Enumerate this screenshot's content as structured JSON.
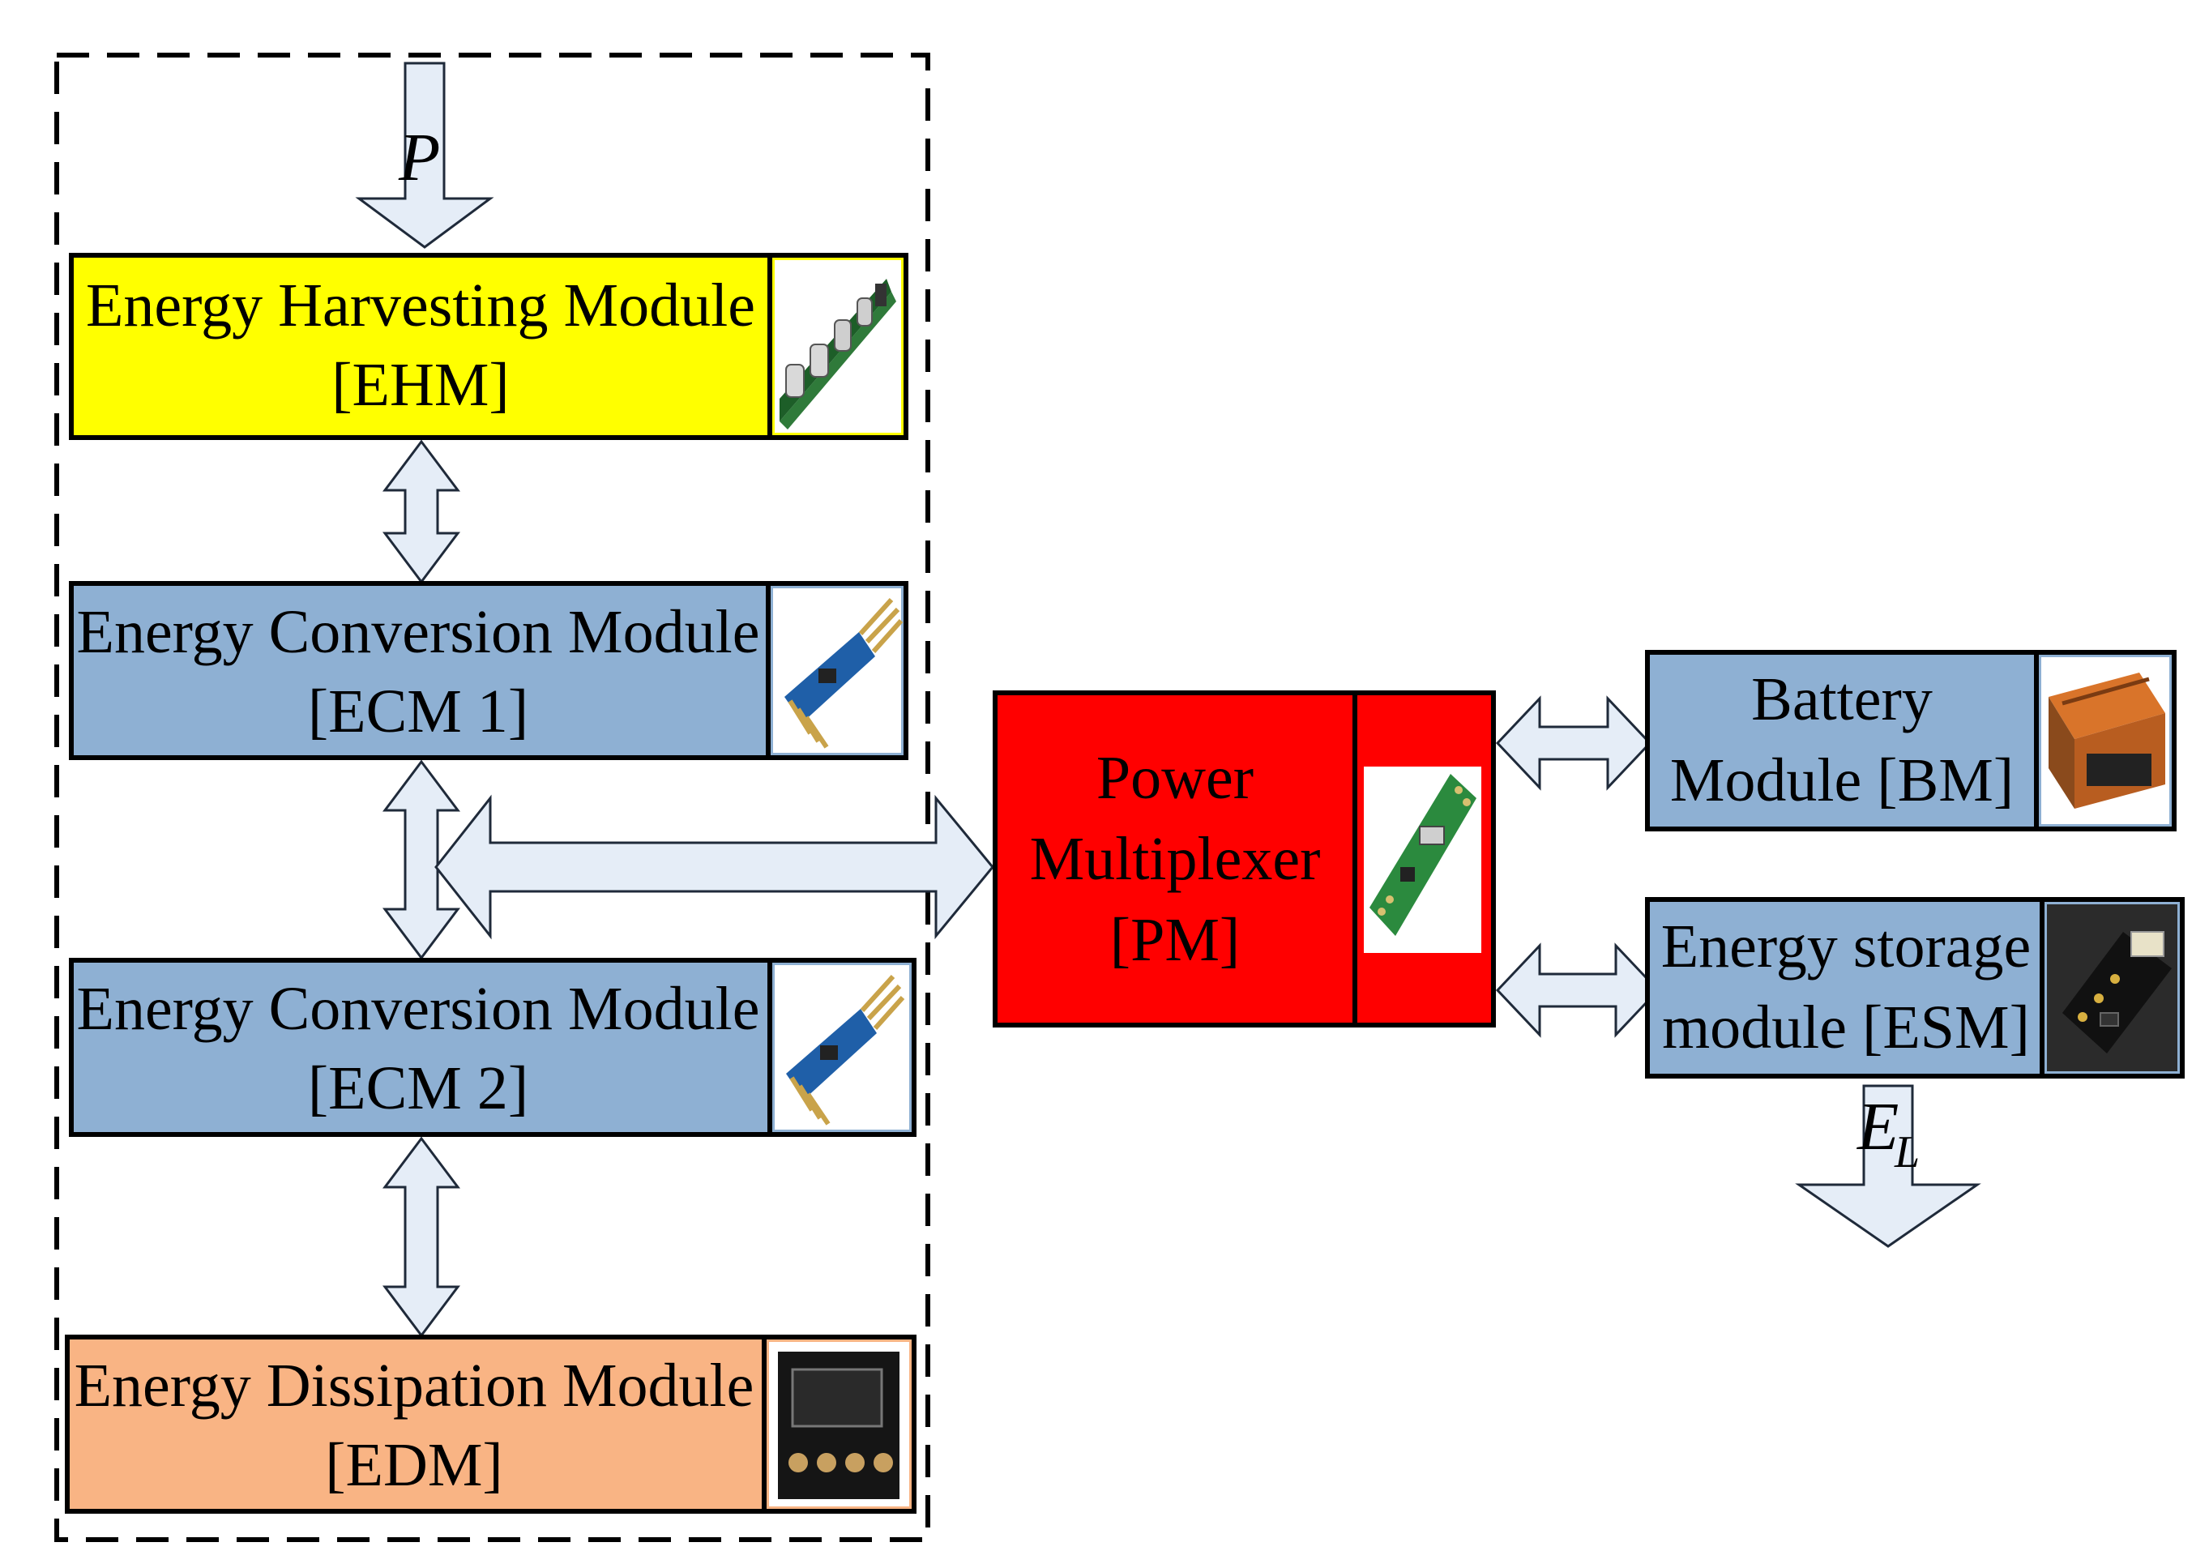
{
  "colors": {
    "ehm": "#ffff00",
    "ecm": "#8eb0d3",
    "edm": "#f9b484",
    "pm": "#ff0000",
    "bm": "#8eb0d3",
    "esm": "#8eb0d3",
    "arrow_fill": "#e5edf7"
  },
  "inputs": {
    "power_symbol": "P"
  },
  "output": {
    "symbol": "E",
    "subscript": "L"
  },
  "modules": {
    "ehm": {
      "line1": "Energy Harvesting Module",
      "line2": "[EHM]",
      "icon": "harvester-board-icon"
    },
    "ecm1": {
      "line1": "Energy Conversion Module",
      "line2": "[ECM 1]",
      "icon": "converter-board-icon"
    },
    "ecm2": {
      "line1": "Energy Conversion Module",
      "line2": "[ECM 2]",
      "icon": "converter-board-icon"
    },
    "edm": {
      "line1": "Energy Dissipation Module",
      "line2": "[EDM]",
      "icon": "dissipation-board-icon"
    },
    "pm": {
      "line1": "Power",
      "line2": "Multiplexer",
      "line3": "[PM]",
      "icon": "multiplexer-board-icon"
    },
    "bm": {
      "line1": "Battery",
      "line2": "Module [BM]",
      "icon": "battery-pack-icon"
    },
    "esm": {
      "line1": "Energy storage",
      "line2": "module [ESM]",
      "icon": "storage-board-icon"
    }
  }
}
